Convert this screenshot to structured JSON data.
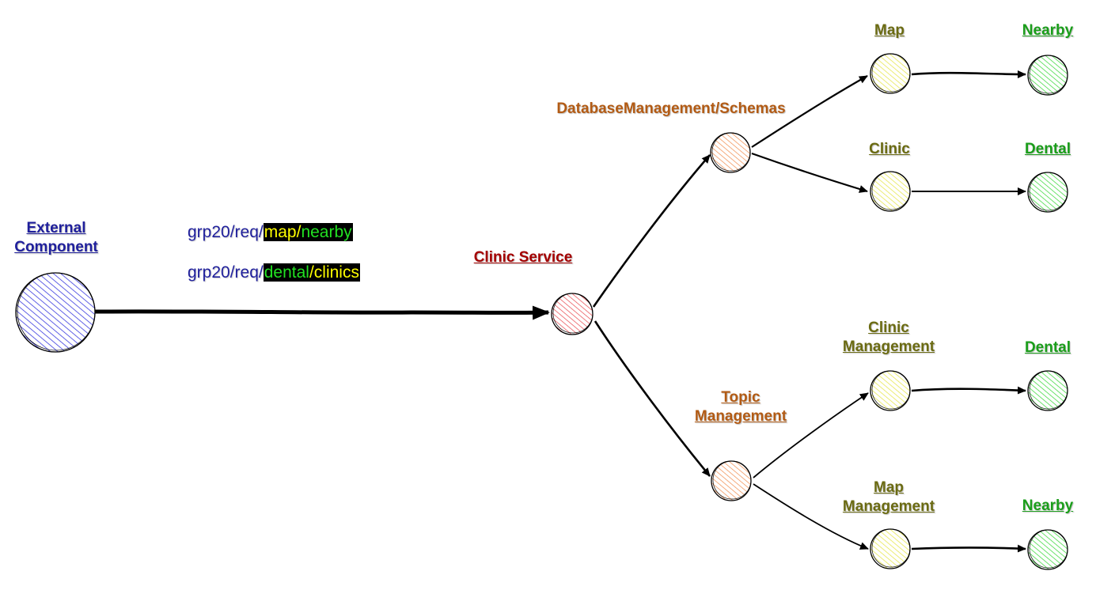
{
  "colors": {
    "external": "#1f1f9c",
    "clinic_service": "#a40000",
    "mid_level": "#b35b14",
    "third_level": "#6b6b12",
    "leaf": "#1a9e1a",
    "topic_text": "#1f1f9c",
    "topic_yellow": "#ffff00",
    "topic_green": "#22e022"
  },
  "nodes": {
    "external": {
      "line1": "External",
      "line2": "Component"
    },
    "clinic_service": {
      "label": "Clinic Service"
    },
    "db_schemas": {
      "label": "DatabaseManagement/Schemas"
    },
    "topic_mgmt": {
      "line1": "Topic",
      "line2": "Management"
    },
    "map": {
      "label": "Map"
    },
    "clinic": {
      "label": "Clinic"
    },
    "clinic_mgmt": {
      "line1": "Clinic",
      "line2": "Management"
    },
    "map_mgmt": {
      "line1": "Map",
      "line2": "Management"
    },
    "nearby_top": {
      "label": "Nearby"
    },
    "dental_top": {
      "label": "Dental"
    },
    "dental_bottom": {
      "label": "Dental"
    },
    "nearby_bottom": {
      "label": "Nearby"
    }
  },
  "topics": [
    {
      "prefix": "grp20/req/",
      "part1": "map",
      "sep": "/",
      "part2": "nearby"
    },
    {
      "prefix": "grp20/req/",
      "part1": "dental",
      "sep": "/",
      "part2": "clinics"
    }
  ]
}
